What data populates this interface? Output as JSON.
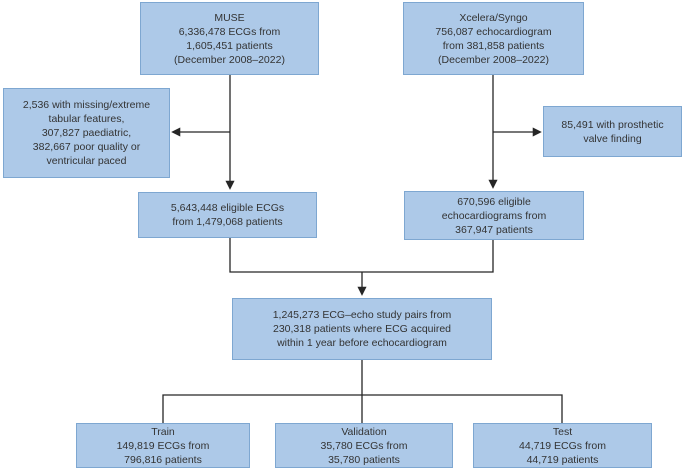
{
  "colors": {
    "page_bg": "#ffffff",
    "box_fill": "#adc9e8",
    "box_border": "#7ea7d1",
    "text_color": "#333333",
    "line_color": "#262626"
  },
  "flowchart": {
    "muse_source": {
      "lines": [
        "MUSE",
        "6,336,478 ECGs from",
        "1,605,451 patients",
        "(December 2008–2022)"
      ]
    },
    "xcelera_source": {
      "lines": [
        "Xcelera/Syngo",
        "756,087 echocardiogram",
        "from 381,858 patients",
        "(December 2008–2022)"
      ]
    },
    "ecg_exclusions": {
      "lines": [
        "2,536 with missing/extreme",
        "tabular features,",
        "307,827 paediatric,",
        "382,667 poor quality or",
        "ventricular paced"
      ]
    },
    "echo_exclusions": {
      "lines": [
        "85,491 with prosthetic",
        "valve finding"
      ]
    },
    "eligible_ecgs": {
      "lines": [
        "5,643,448 eligible ECGs",
        "from 1,479,068 patients"
      ]
    },
    "eligible_echos": {
      "lines": [
        "670,596 eligible",
        "echocardiograms from",
        "367,947 patients"
      ]
    },
    "ecg_echo_pairs": {
      "lines": [
        "1,245,273 ECG–echo study pairs from",
        "230,318 patients where ECG acquired",
        "within 1 year before echocardiogram"
      ]
    },
    "train_split": {
      "lines": [
        "Train",
        "149,819 ECGs from",
        "796,816 patients"
      ]
    },
    "validation_split": {
      "lines": [
        "Validation",
        "35,780 ECGs from",
        "35,780 patients"
      ]
    },
    "test_split": {
      "lines": [
        "Test",
        "44,719 ECGs from",
        "44,719 patients"
      ]
    }
  }
}
